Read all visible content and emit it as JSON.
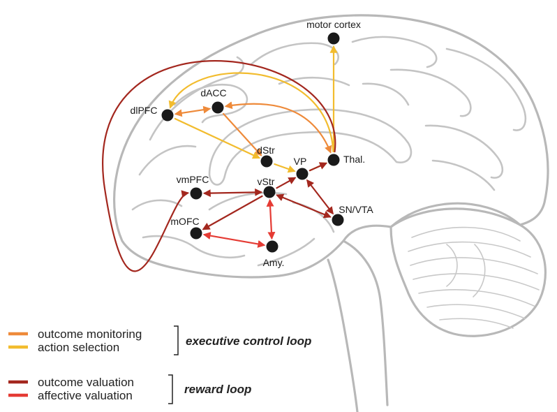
{
  "colors": {
    "outcome_monitoring": "#ee8a3a",
    "action_selection": "#f2bc2e",
    "outcome_valuation": "#a3271e",
    "affective_valuation": "#e53b34",
    "node": "#1a1a1a",
    "brain_outline": "#b8b8b8"
  },
  "regions": [
    {
      "id": "motor_cortex",
      "label": "motor cortex"
    },
    {
      "id": "dACC",
      "label": "dACC"
    },
    {
      "id": "dlPFC",
      "label": "dlPFC"
    },
    {
      "id": "dStr",
      "label": "dStr"
    },
    {
      "id": "VP",
      "label": "VP"
    },
    {
      "id": "Thal",
      "label": "Thal."
    },
    {
      "id": "vmPFC",
      "label": "vmPFC"
    },
    {
      "id": "vStr",
      "label": "vStr"
    },
    {
      "id": "SN_VTA",
      "label": "SN/VTA"
    },
    {
      "id": "mOFC",
      "label": "mOFC"
    },
    {
      "id": "Amy",
      "label": "Amy."
    }
  ],
  "connections": [
    {
      "from": "dlPFC",
      "to": "dACC",
      "type": "outcome_monitoring",
      "bidirectional": true
    },
    {
      "from": "dACC",
      "to": "Thal",
      "type": "outcome_monitoring",
      "bidirectional": true
    },
    {
      "from": "dACC",
      "to": "dStr",
      "type": "outcome_monitoring",
      "bidirectional": false
    },
    {
      "from": "Thal",
      "to": "dlPFC",
      "type": "action_selection",
      "bidirectional": false
    },
    {
      "from": "Thal",
      "to": "motor_cortex",
      "type": "action_selection",
      "bidirectional": false
    },
    {
      "from": "dlPFC",
      "to": "dStr",
      "type": "action_selection",
      "bidirectional": false
    },
    {
      "from": "dStr",
      "to": "VP",
      "type": "action_selection",
      "bidirectional": false
    },
    {
      "from": "VP",
      "to": "Thal",
      "type": "action_selection",
      "bidirectional": false
    },
    {
      "from": "Thal",
      "to": "vmPFC",
      "type": "outcome_valuation",
      "bidirectional": false
    },
    {
      "from": "vmPFC",
      "to": "vStr",
      "type": "outcome_valuation",
      "bidirectional": true
    },
    {
      "from": "vStr",
      "to": "mOFC",
      "type": "outcome_valuation",
      "bidirectional": false
    },
    {
      "from": "vStr",
      "to": "VP",
      "type": "outcome_valuation",
      "bidirectional": false
    },
    {
      "from": "VP",
      "to": "Thal",
      "type": "outcome_valuation",
      "bidirectional": false
    },
    {
      "from": "VP",
      "to": "SN_VTA",
      "type": "outcome_valuation",
      "bidirectional": true
    },
    {
      "from": "vStr",
      "to": "SN_VTA",
      "type": "outcome_valuation",
      "bidirectional": true
    },
    {
      "from": "vStr",
      "to": "Amy",
      "type": "affective_valuation",
      "bidirectional": true
    },
    {
      "from": "mOFC",
      "to": "Amy",
      "type": "affective_valuation",
      "bidirectional": true
    }
  ],
  "legend": {
    "executive": {
      "items": [
        {
          "label": "outcome monitoring",
          "color_key": "outcome_monitoring"
        },
        {
          "label": "action selection",
          "color_key": "action_selection"
        }
      ],
      "group_label": "executive control loop"
    },
    "reward": {
      "items": [
        {
          "label": "outcome valuation",
          "color_key": "outcome_valuation"
        },
        {
          "label": "affective valuation",
          "color_key": "affective_valuation"
        }
      ],
      "group_label": "reward loop"
    }
  }
}
